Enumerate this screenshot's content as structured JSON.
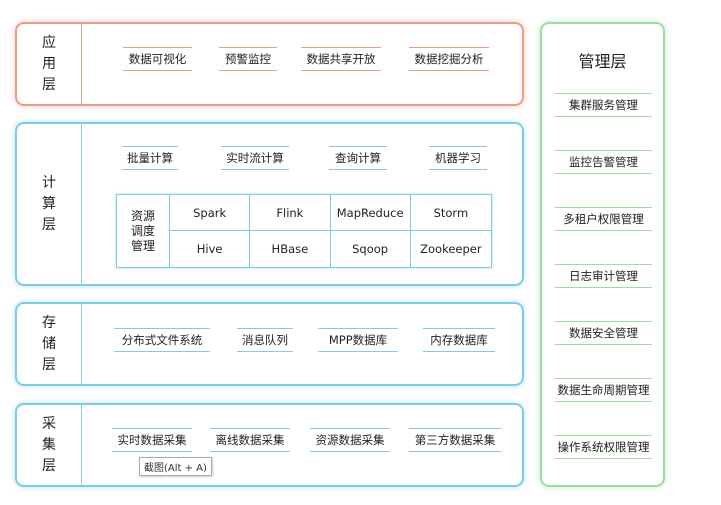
{
  "layers": {
    "application": {
      "label": "应用层",
      "items": [
        "数据可视化",
        "预警监控",
        "数据共享开放",
        "数据挖掘分析"
      ]
    },
    "compute": {
      "label": "计算层",
      "items": [
        "批量计算",
        "实时流计算",
        "查询计算",
        "机器学习"
      ],
      "resource_scheduling": {
        "label": "资源调度管理",
        "cells": [
          "Spark",
          "Flink",
          "MapReduce",
          "Storm",
          "Hive",
          "HBase",
          "Sqoop",
          "Zookeeper"
        ]
      }
    },
    "storage": {
      "label": "存储层",
      "items": [
        "分布式文件系统",
        "消息队列",
        "MPP数据库",
        "内存数据库"
      ]
    },
    "collection": {
      "label": "采集层",
      "items": [
        "实时数据采集",
        "离线数据采集",
        "资源数据采集",
        "第三方数据采集"
      ]
    }
  },
  "management": {
    "title": "管理层",
    "items": [
      "集群服务管理",
      "监控告警管理",
      "多租户权限管理",
      "日志审计管理",
      "数据安全管理",
      "数据生命周期管理",
      "操作系统权限管理"
    ]
  },
  "tooltip": "截图(Alt + A)",
  "colors": {
    "application_border": "#f29a8a",
    "layer_border": "#7fcbe6",
    "management_border": "#9fdca0"
  }
}
